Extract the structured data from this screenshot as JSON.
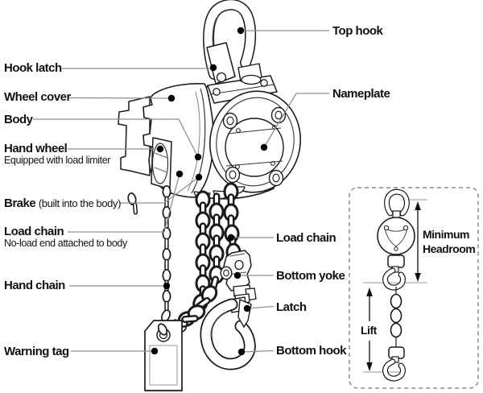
{
  "figure": {
    "type": "labeled technical diagram",
    "subject": "Manual chain hoist (chain block) parts diagram with dimension inset"
  },
  "labels": {
    "top_hook": "Top hook",
    "hook_latch": "Hook latch",
    "wheel_cover": "Wheel cover",
    "body": "Body",
    "hand_wheel": "Hand wheel",
    "hand_wheel_note": "Equipped with load limiter",
    "brake": "Brake",
    "brake_note": "(built into the body)",
    "load_chain_left": "Load chain",
    "load_chain_left_note": "No-load end attached to body",
    "hand_chain": "Hand chain",
    "warning_tag": "Warning tag",
    "nameplate": "Nameplate",
    "load_chain_right": "Load chain",
    "bottom_yoke": "Bottom yoke",
    "latch": "Latch",
    "bottom_hook": "Bottom hook"
  },
  "inset": {
    "minimum_headroom_line1": "Minimum",
    "minimum_headroom_line2": "Headroom",
    "lift": "Lift"
  },
  "colors": {
    "background": "#ffffff",
    "line_art": "#1a1a1a",
    "leader_line": "#8f8f8f",
    "text": "#111111"
  }
}
